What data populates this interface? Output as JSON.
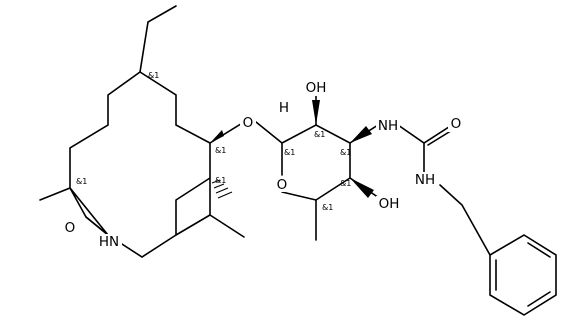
{
  "molecule": {
    "atom_labels": {
      "ring_oxygen": "O",
      "glycosidic_oxygen": "O",
      "hydroxyl_2": "OH",
      "hydroxyl_4": "OH",
      "urea_nh_ring": "NH",
      "urea_carbonyl_oxygen": "O",
      "urea_nh_ethyl": "NH",
      "anomeric_h": "H",
      "lactam_oxygen": "O",
      "lactam_nh": "HN"
    },
    "stereo_label": "&1"
  }
}
